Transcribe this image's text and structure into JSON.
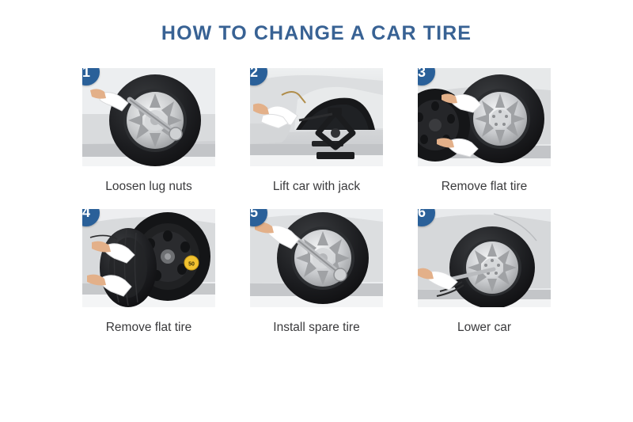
{
  "header": {
    "title": "HOW TO CHANGE A CAR TIRE"
  },
  "colors": {
    "title": "#386294",
    "badge": "#2a6099",
    "badge_text": "#ffffff",
    "caption": "#3a3a3c",
    "background": "#ffffff",
    "car_body": "#d5d7d9",
    "tire": "#1e1e20",
    "rim": "#c6c8ca",
    "glove": "#ffffff",
    "skin": "#e3b089",
    "ground": "#c9cbcd",
    "sticker": "#f2c230"
  },
  "steps": [
    {
      "number": "1",
      "caption": "Loosen lug nuts",
      "scene": "gloved-hand-wrench-on-alloy-wheel"
    },
    {
      "number": "2",
      "caption": "Lift car with jack",
      "scene": "scissor-jack-under-car-body"
    },
    {
      "number": "3",
      "caption": "Remove flat tire",
      "scene": "hands-holding-steel-wheel-beside-alloy-wheel"
    },
    {
      "number": "4",
      "caption": "Remove flat tire",
      "scene": "hands-rolling-tire-off-steel-spare",
      "sticker_label": "50"
    },
    {
      "number": "5",
      "caption": "Install spare tire",
      "scene": "gloved-hand-wrench-tightening-alloy-wheel"
    },
    {
      "number": "6",
      "caption": "Lower car",
      "scene": "wheel-lowered-to-ground-with-tool"
    }
  ]
}
